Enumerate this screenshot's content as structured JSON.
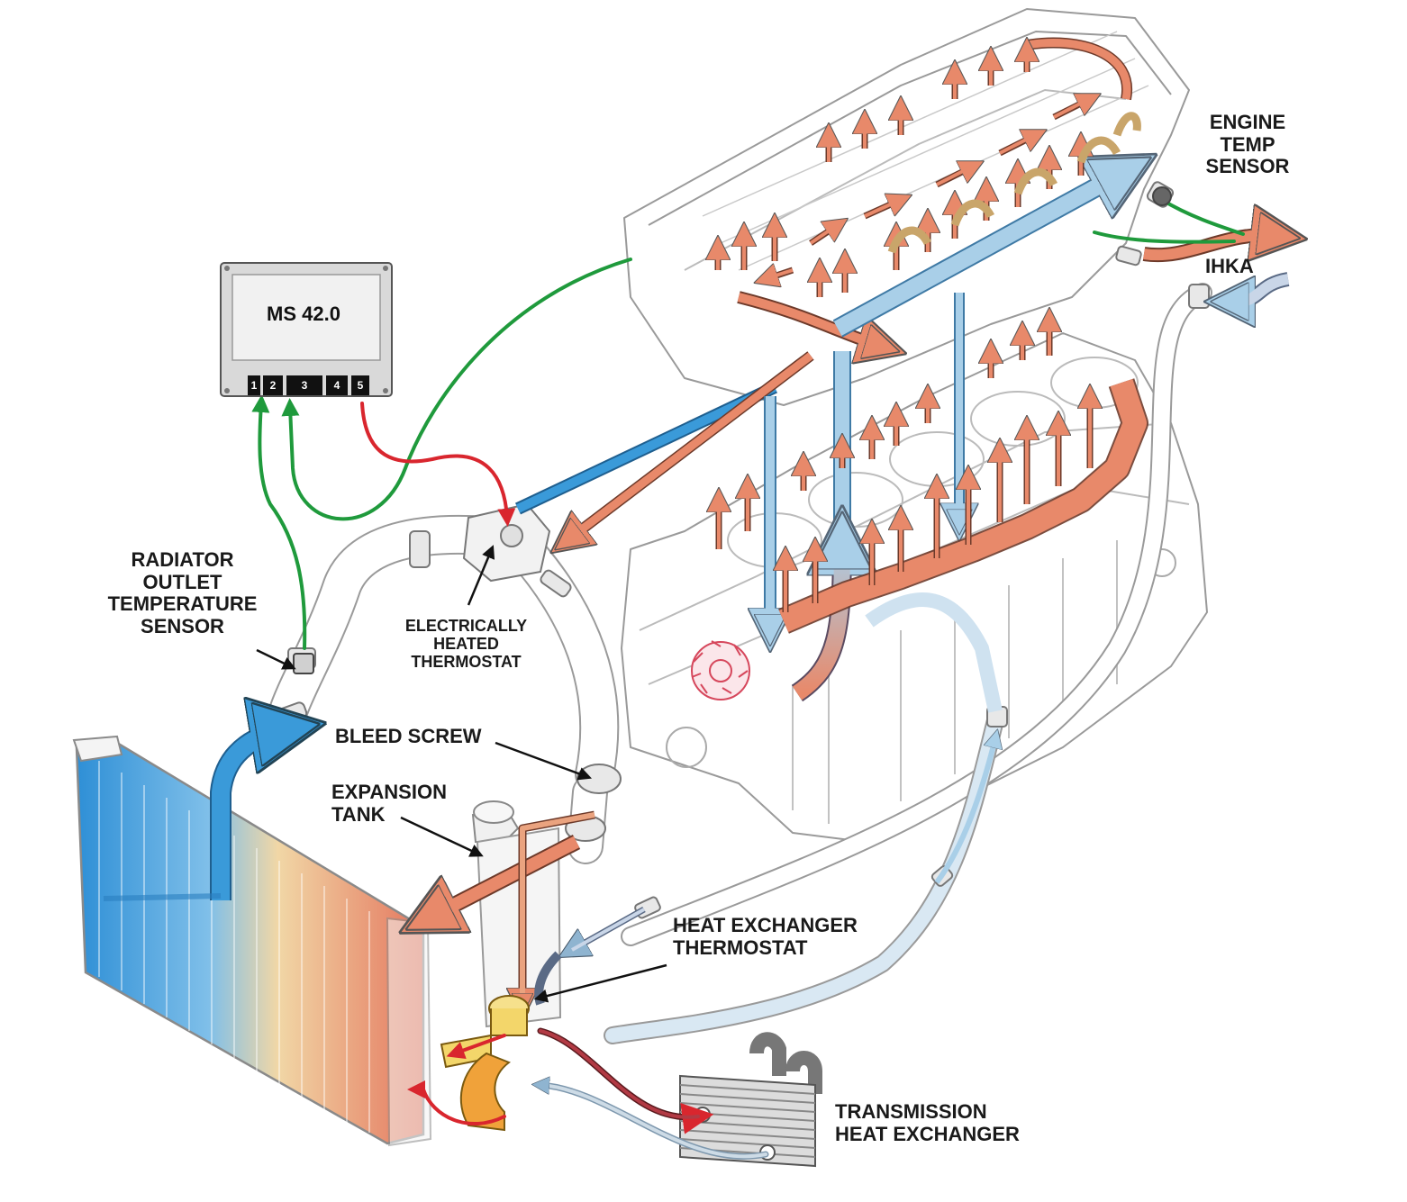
{
  "ecu": {
    "title": "MS 42.0",
    "pins": [
      "1",
      "2",
      "3",
      "4",
      "5"
    ]
  },
  "labels": {
    "engine_temp_sensor": "ENGINE\nTEMP\nSENSOR",
    "ihka": "IHKA",
    "radiator_outlet_temperature_sensor": "RADIATOR\nOUTLET\nTEMPERATURE\nSENSOR",
    "electrically_heated_thermostat": "ELECTRICALLY\nHEATED\nTHERMOSTAT",
    "bleed_screw": "BLEED SCREW",
    "expansion_tank": "EXPANSION\nTANK",
    "heat_exchanger_thermostat": "HEAT EXCHANGER\nTHERMOSTAT",
    "transmission_heat_exchanger": "TRANSMISSION\nHEAT EXCHANGER"
  },
  "colors": {
    "cold_coolant": "#3a9ad9",
    "light_coolant": "#a9cfe8",
    "hot_coolant": "#e8896a",
    "signal_wire": "#1f9a3c",
    "control_wire": "#d9262e",
    "outline": "#9a9a9a"
  }
}
